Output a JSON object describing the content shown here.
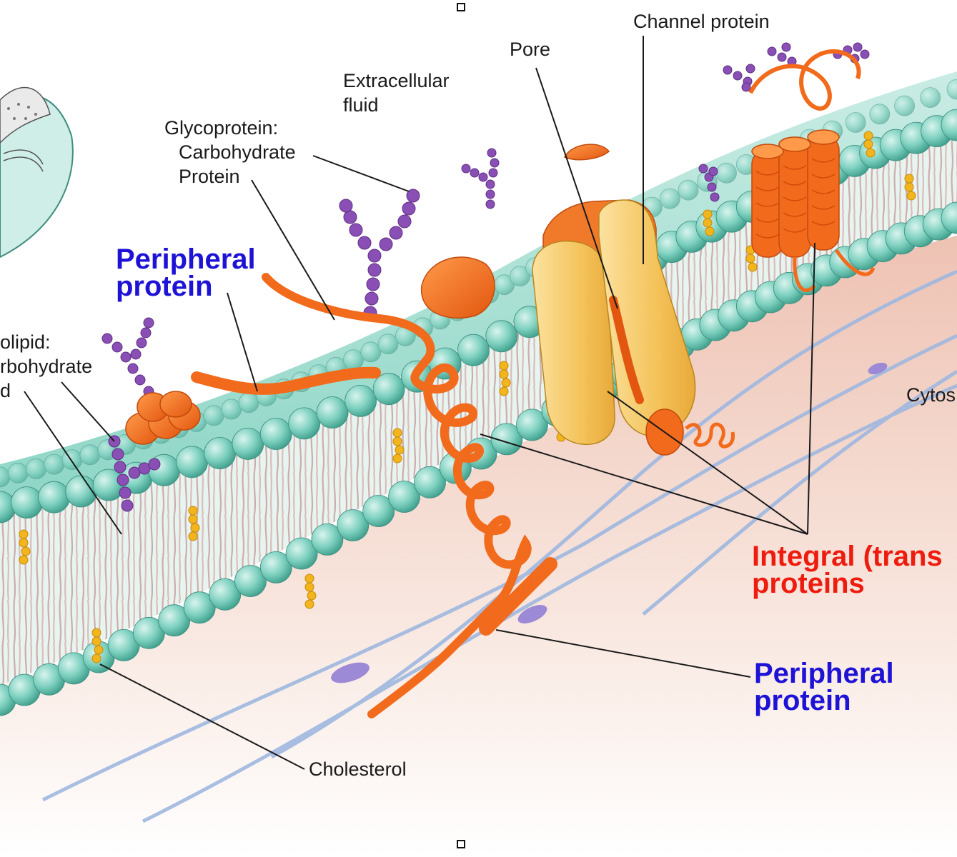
{
  "labels": {
    "extracellular_fluid": [
      "Extracellular",
      "fluid"
    ],
    "pore": "Pore",
    "channel_protein": "Channel protein",
    "glycoprotein": [
      "Glycoprotein:",
      "Carbohydrate",
      "Protein"
    ],
    "glycolipid": [
      "olipid:",
      "rbohydrate",
      "d"
    ],
    "cytosol": "Cytos",
    "cholesterol": "Cholesterol",
    "peripheral_protein_top": [
      "Peripheral",
      "protein"
    ],
    "peripheral_protein_bottom": [
      "Peripheral",
      "protein"
    ],
    "integral_proteins": [
      "Integral (trans",
      "proteins"
    ]
  },
  "colors": {
    "membrane_head": "#7fd1c0",
    "membrane_head_dark": "#4fae9c",
    "protein_orange": "#f26a1b",
    "channel_yellow": "#f4c35a",
    "carbohydrate_purple": "#8a4fb4",
    "cholesterol_yellow": "#f2b51e",
    "cytoskeleton_blue": "#9fb8e0",
    "cytosol_pink": "#f6dccf",
    "peripheral_label_blue": "#1d12d6",
    "integral_label_red": "#ee1c0e"
  }
}
